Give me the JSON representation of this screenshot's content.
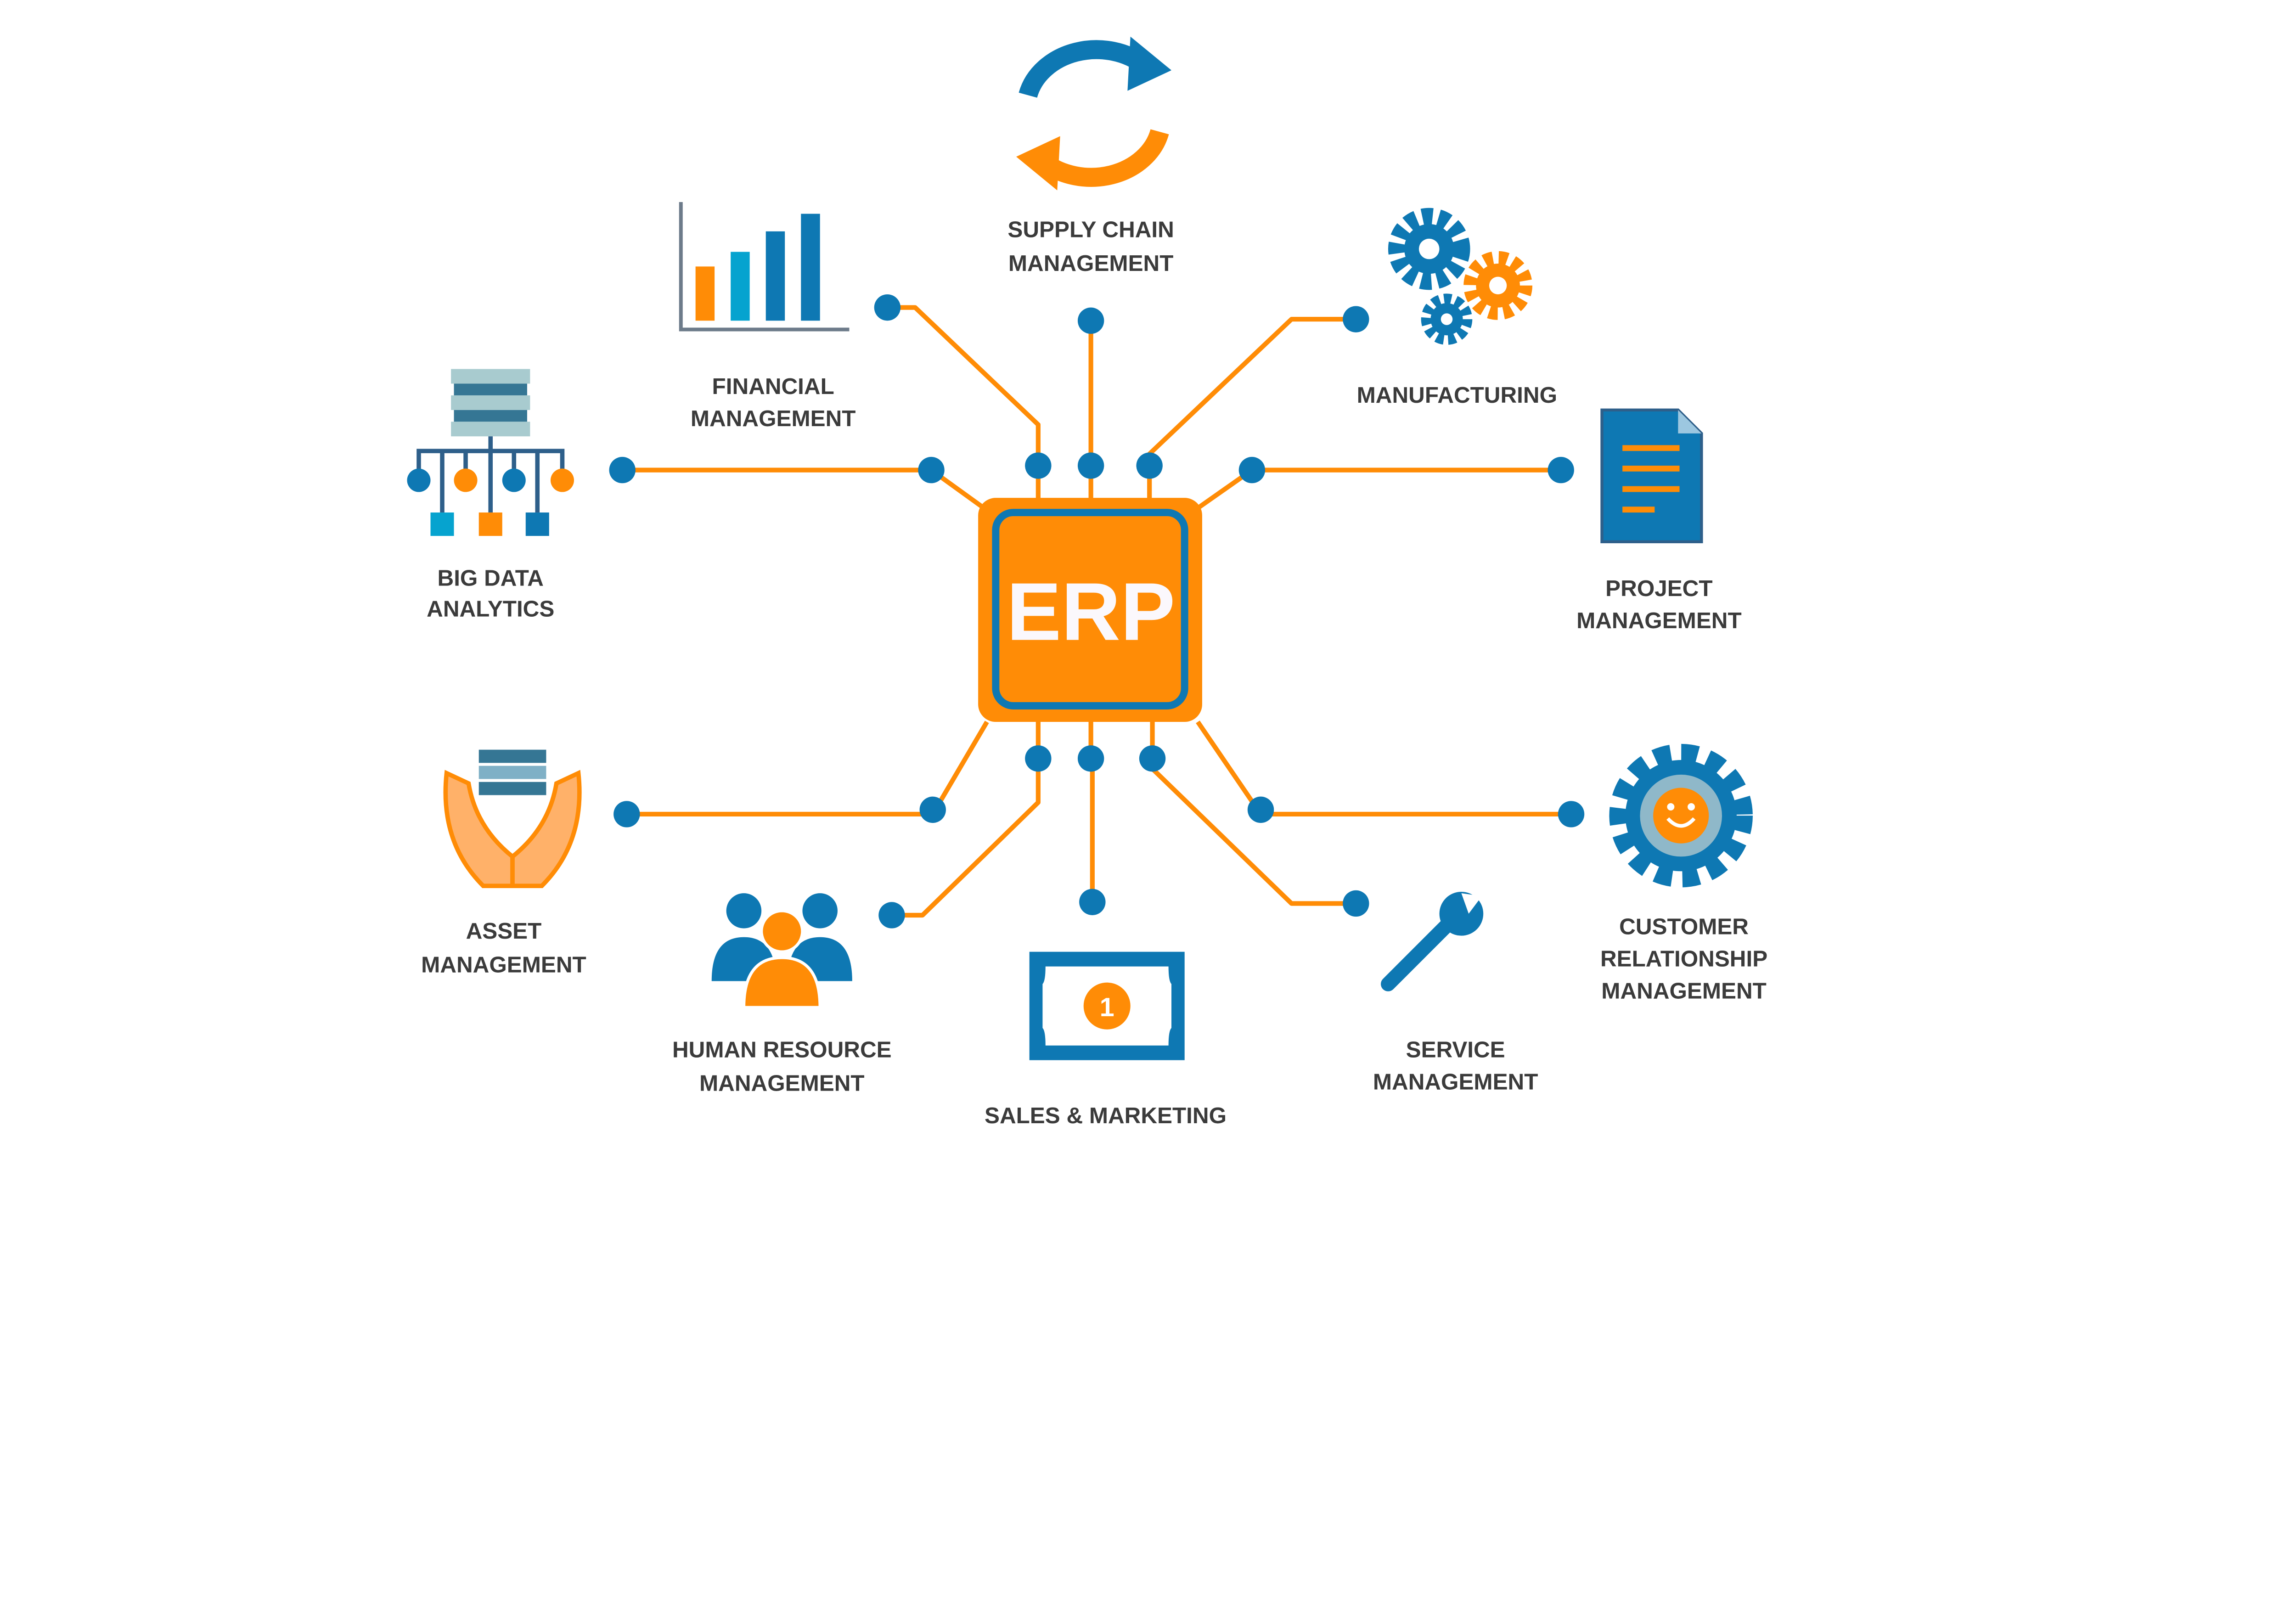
{
  "center": {
    "label": "ERP"
  },
  "modules": {
    "supply_chain": [
      "SUPPLY CHAIN",
      "MANAGEMENT"
    ],
    "financial": [
      "FINANCIAL",
      "MANAGEMENT"
    ],
    "manufacturing": [
      "MANUFACTURING"
    ],
    "big_data": [
      "BIG DATA",
      "ANALYTICS"
    ],
    "project": [
      "PROJECT",
      "MANAGEMENT"
    ],
    "asset": [
      "ASSET",
      "MANAGEMENT"
    ],
    "human_resource": [
      "HUMAN RESOURCE",
      "MANAGEMENT"
    ],
    "sales": [
      "SALES & MARKETING"
    ],
    "service": [
      "SERVICE",
      "MANAGEMENT"
    ],
    "crm": [
      "CUSTOMER",
      "RELATIONSHIP",
      "MANAGEMENT"
    ]
  },
  "sales_icon_text": "1",
  "colors": {
    "blue": "#0e78b3",
    "orange": "#ff8c06",
    "text": "#3b3b3b"
  }
}
